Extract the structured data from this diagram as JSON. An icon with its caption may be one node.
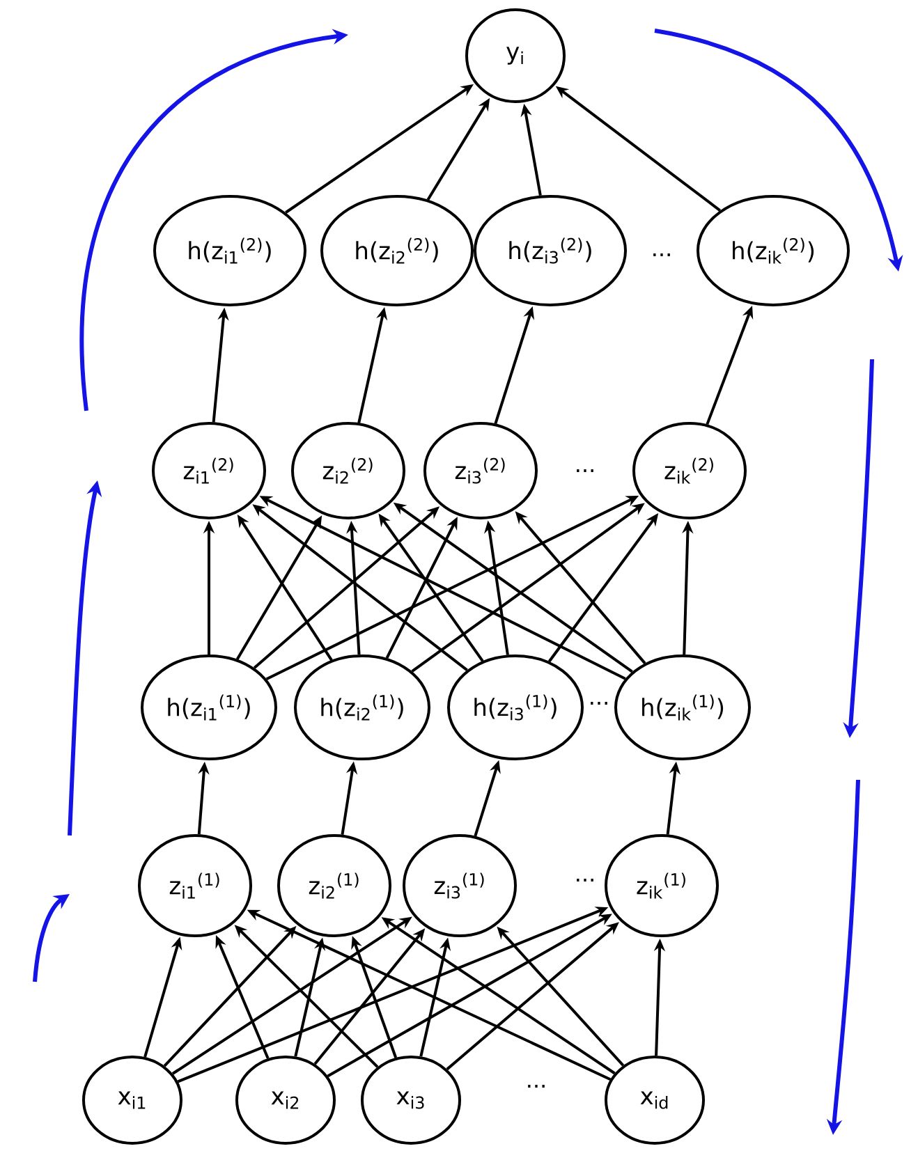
{
  "diagram": {
    "nodes": [
      {
        "text": [
          "y$_{i}$"
        ]
      },
      {
        "text": [
          "h(z$_{i1}$$^{(2)}$)"
        ]
      },
      {
        "text": [
          "h(z$_{i2}$$^{(2)}$)"
        ]
      },
      {
        "text": [
          "h(z$_{i3}$$^{(2)}$)"
        ]
      },
      {
        "text": [
          "h(z$_{ik}$$^{(2)}$)"
        ]
      },
      {
        "text": [
          "z$_{i1}$$^{(2)}$"
        ]
      },
      {
        "text": [
          "z$_{i2}$$^{(2)}$"
        ]
      },
      {
        "text": [
          "z$_{i3}$$^{(2)}$"
        ]
      },
      {
        "text": [
          "z$_{ik}$$^{(2)}$"
        ]
      },
      {
        "text": [
          "h(z$_{i1}$$^{(1)}$)"
        ]
      },
      {
        "text": [
          "h(z$_{i2}$$^{(1)}$)"
        ]
      },
      {
        "text": [
          "h(z$_{i3}$$^{(1)}$)"
        ]
      },
      {
        "text": [
          "h(z$_{ik}$$^{(1)}$)"
        ]
      },
      {
        "text": [
          "z$_{i1}$$^{(1)}$"
        ]
      },
      {
        "text": [
          "z$_{i2}$$^{(1)}$"
        ]
      },
      {
        "text": [
          "z$_{i3}$$^{(1)}$"
        ]
      },
      {
        "text": [
          "z$_{ik}$$^{(1)}$"
        ]
      },
      {
        "text": [
          "x$_{i1}$"
        ]
      },
      {
        "text": [
          "x$_{i2}$"
        ]
      },
      {
        "text": [
          "x$_{i3}$"
        ]
      },
      {
        "text": [
          "x$_{id}$"
        ]
      }
    ],
    "edges": [
      {
        "from": 17,
        "to": 13,
        "arrow": "to"
      },
      {
        "from": 17,
        "to": 14,
        "arrow": "to"
      },
      {
        "from": 17,
        "to": 15,
        "arrow": "to"
      },
      {
        "from": 17,
        "to": 16,
        "arrow": "to"
      },
      {
        "from": 18,
        "to": 13,
        "arrow": "to"
      },
      {
        "from": 18,
        "to": 14,
        "arrow": "to"
      },
      {
        "from": 18,
        "to": 15,
        "arrow": "to"
      },
      {
        "from": 18,
        "to": 16,
        "arrow": "to"
      },
      {
        "from": 19,
        "to": 13,
        "arrow": "to"
      },
      {
        "from": 19,
        "to": 14,
        "arrow": "to"
      },
      {
        "from": 19,
        "to": 15,
        "arrow": "to"
      },
      {
        "from": 19,
        "to": 16,
        "arrow": "to"
      },
      {
        "from": 20,
        "to": 13,
        "arrow": "to"
      },
      {
        "from": 20,
        "to": 14,
        "arrow": "to"
      },
      {
        "from": 20,
        "to": 15,
        "arrow": "to"
      },
      {
        "from": 20,
        "to": 16,
        "arrow": "to"
      },
      {
        "from": 13,
        "to": 9,
        "arrow": "to"
      },
      {
        "from": 14,
        "to": 10,
        "arrow": "to"
      },
      {
        "from": 15,
        "to": 11,
        "arrow": "to"
      },
      {
        "from": 16,
        "to": 12,
        "arrow": "to"
      },
      {
        "from": 9,
        "to": 5,
        "arrow": "to"
      },
      {
        "from": 9,
        "to": 6,
        "arrow": "to"
      },
      {
        "from": 9,
        "to": 7,
        "arrow": "to"
      },
      {
        "from": 9,
        "to": 8,
        "arrow": "to"
      },
      {
        "from": 10,
        "to": 5,
        "arrow": "to"
      },
      {
        "from": 10,
        "to": 6,
        "arrow": "to"
      },
      {
        "from": 10,
        "to": 7,
        "arrow": "to"
      },
      {
        "from": 10,
        "to": 8,
        "arrow": "to"
      },
      {
        "from": 11,
        "to": 5,
        "arrow": "to"
      },
      {
        "from": 11,
        "to": 6,
        "arrow": "to"
      },
      {
        "from": 11,
        "to": 7,
        "arrow": "to"
      },
      {
        "from": 11,
        "to": 8,
        "arrow": "to"
      },
      {
        "from": 12,
        "to": 5,
        "arrow": "to"
      },
      {
        "from": 12,
        "to": 6,
        "arrow": "to"
      },
      {
        "from": 12,
        "to": 7,
        "arrow": "to"
      },
      {
        "from": 12,
        "to": 8,
        "arrow": "to"
      },
      {
        "from": 5,
        "to": 1,
        "arrow": "to"
      },
      {
        "from": 6,
        "to": 2,
        "arrow": "to"
      },
      {
        "from": 7,
        "to": 3,
        "arrow": "to"
      },
      {
        "from": 8,
        "to": 4,
        "arrow": "to"
      },
      {
        "from": 1,
        "to": 0,
        "arrow": "to"
      },
      {
        "from": 2,
        "to": 0,
        "arrow": "to"
      },
      {
        "from": 3,
        "to": 0,
        "arrow": "to"
      },
      {
        "from": 4,
        "to": 0,
        "arrow": "to"
      }
    ],
    "labels": [
      "...",
      "...",
      "...",
      "...",
      "..."
    ]
  }
}
